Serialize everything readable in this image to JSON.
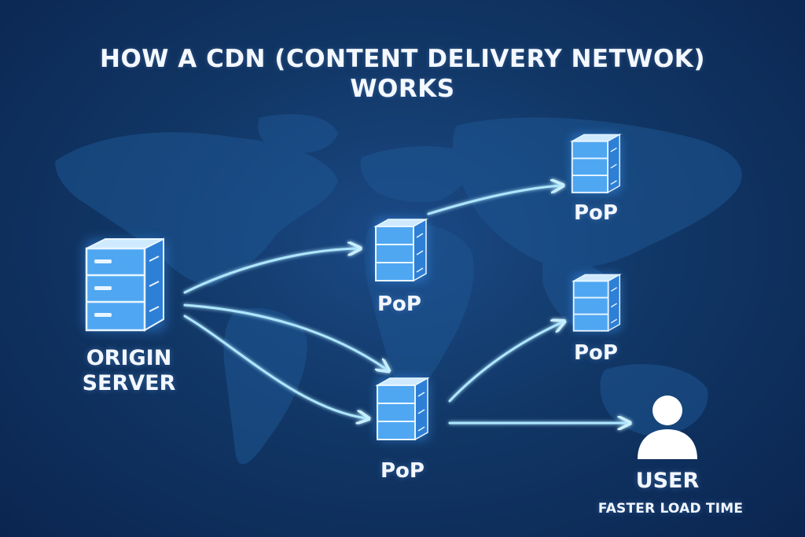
{
  "title": {
    "line1": "HOW A CDN (CONTENT DELIVERY NETWOK)",
    "line2": "WORKS"
  },
  "nodes": {
    "origin": {
      "line1": "ORIGIN",
      "line2": "SERVER",
      "icon": "server-icon"
    },
    "pop_center_top": {
      "label": "PoP",
      "icon": "server-icon"
    },
    "pop_center_bottom": {
      "label": "PoP",
      "icon": "server-icon"
    },
    "pop_right_top": {
      "label": "PoP",
      "icon": "server-icon"
    },
    "pop_right_middle": {
      "label": "PoP",
      "icon": "server-icon"
    },
    "user": {
      "label": "USER",
      "sublabel": "FASTER LOAD TIME",
      "icon": "user-icon"
    }
  },
  "colors": {
    "background": "#113766",
    "accent": "#4aa8ff",
    "flow": "#aee6ff",
    "text": "#ffffff"
  }
}
